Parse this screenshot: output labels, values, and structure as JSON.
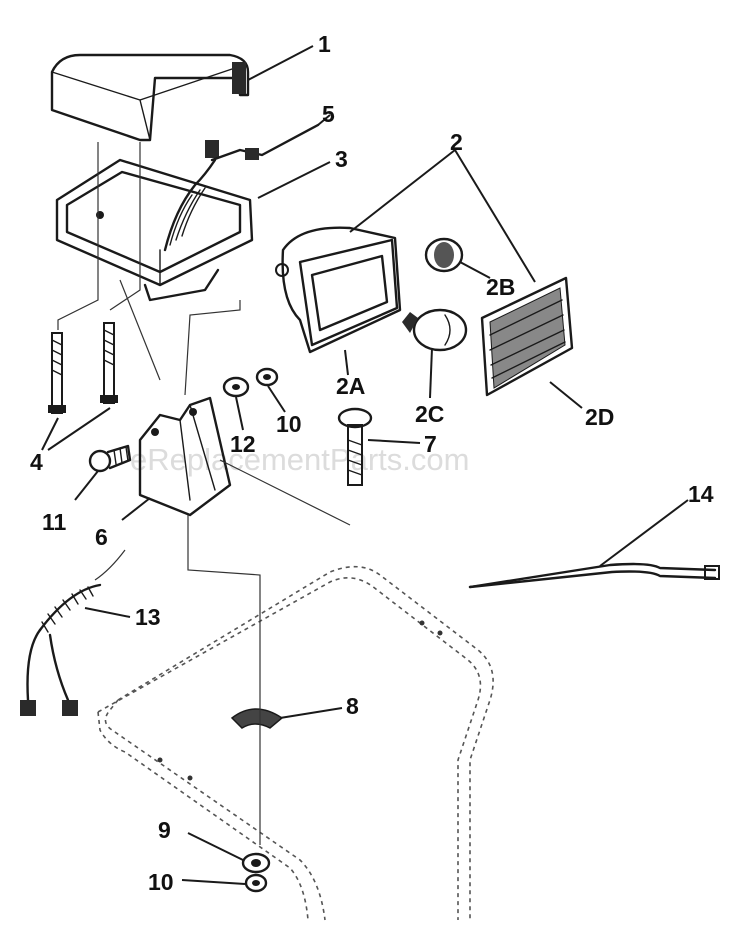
{
  "watermark": "eReplacementParts.com",
  "callouts": {
    "p1": "1",
    "p2": "2",
    "p2a": "2A",
    "p2b": "2B",
    "p2c": "2C",
    "p2d": "2D",
    "p3": "3",
    "p4": "4",
    "p5": "5",
    "p6": "6",
    "p7": "7",
    "p8": "8",
    "p9": "9",
    "p10a": "10",
    "p10b": "10",
    "p11": "11",
    "p12": "12",
    "p13": "13",
    "p14": "14"
  }
}
